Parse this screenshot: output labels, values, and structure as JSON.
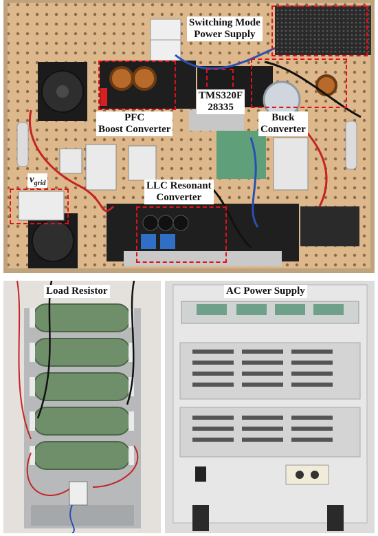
{
  "labels": {
    "smps": [
      "Switching Mode",
      "Power Supply"
    ],
    "tms": [
      "TMS320F",
      "28335"
    ],
    "pfc": [
      "PFC",
      "Boost Converter"
    ],
    "buck": [
      "Buck",
      "Converter"
    ],
    "llc": [
      "LLC Resonant",
      "Converter"
    ],
    "vgrid_main": "v",
    "vgrid_sub": "grid",
    "load": "Load Resistor",
    "ac": "AC Power Supply"
  },
  "colors": {
    "annotation_box": "#e3101a",
    "pegboard": "#d9b58a",
    "resistor": "#6f8f6a",
    "ac_chassis": "#e4e4e4"
  }
}
